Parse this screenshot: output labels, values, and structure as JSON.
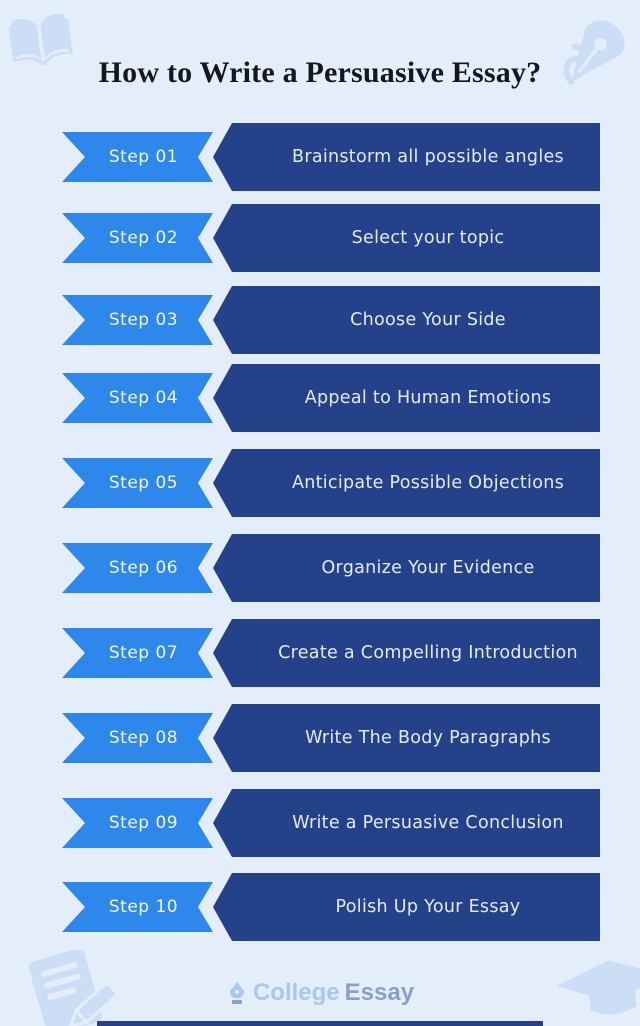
{
  "title": "How to Write a Persuasive Essay?",
  "steps": [
    {
      "num": "Step 01",
      "label": "Brainstorm all possible angles"
    },
    {
      "num": "Step 02",
      "label": "Select your topic"
    },
    {
      "num": "Step 03",
      "label": "Choose Your Side"
    },
    {
      "num": "Step 04",
      "label": "Appeal to Human Emotions"
    },
    {
      "num": "Step 05",
      "label": "Anticipate Possible Objections"
    },
    {
      "num": "Step 06",
      "label": "Organize Your Evidence"
    },
    {
      "num": "Step 07",
      "label": "Create a Compelling Introduction"
    },
    {
      "num": "Step 08",
      "label": "Write The Body Paragraphs"
    },
    {
      "num": "Step 09",
      "label": "Write a Persuasive Conclusion"
    },
    {
      "num": "Step 10",
      "label": "Polish Up Your Essay"
    }
  ],
  "footer": {
    "logo_college": "College",
    "logo_essay": "Essay"
  },
  "icons": {
    "top_left": "open-book-icon",
    "top_right": "pen-nib-icon",
    "bottom_left": "paper-pencil-icon",
    "bottom_right": "graduation-cap-icon",
    "logo": "pen-nib-logo-icon"
  },
  "colors": {
    "background": "#e4eefb",
    "step_ribbon": "#2e87ea",
    "step_banner": "#254189",
    "decoration": "#cbdef5",
    "title_text": "#15171c",
    "ribbon_text": "#f2f7fe",
    "banner_text": "#e4eaf6",
    "logo_college": "#a9c7ef",
    "logo_essay": "#8c9fc4"
  }
}
